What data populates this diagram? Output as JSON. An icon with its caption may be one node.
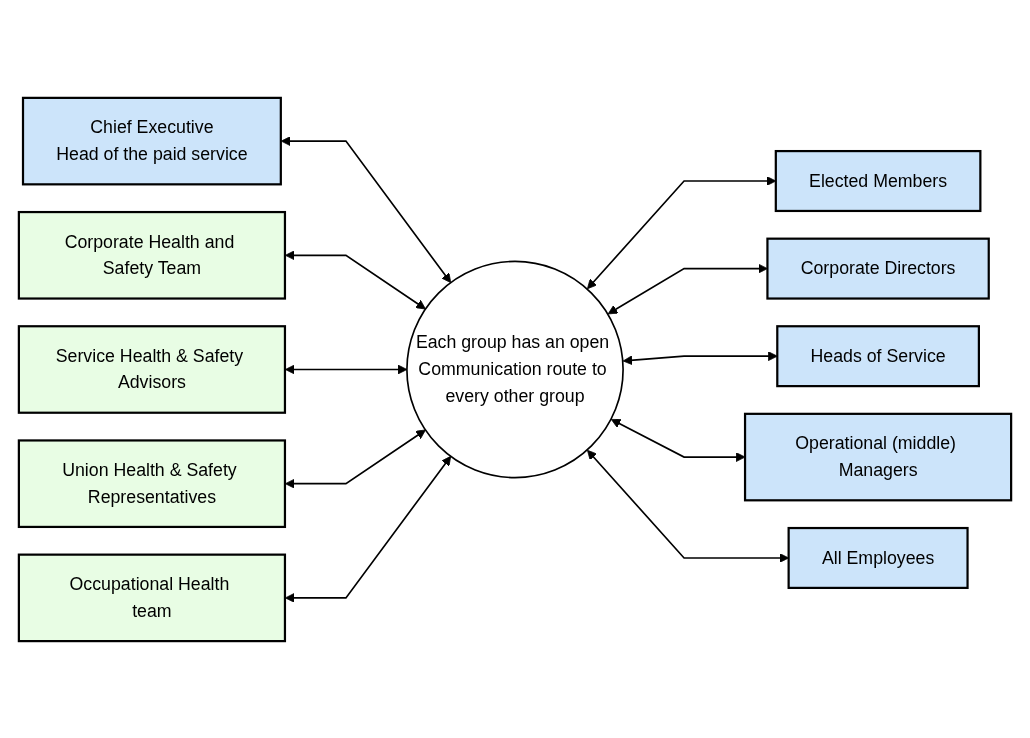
{
  "diagram": {
    "nodes": [
      {
        "text": [
          "Chief Executive",
          "Head of the paid service"
        ]
      },
      {
        "text": [
          "Elected Members"
        ]
      },
      {
        "text": [
          "Corporate Health and Safety Team"
        ]
      },
      {
        "text": [
          "Corporate Directors"
        ]
      },
      {
        "text": [
          "Each group has an open Communication route to every other group"
        ]
      },
      {
        "text": [
          "Service Health & Safety Advisors"
        ]
      },
      {
        "text": [
          "Heads of Service"
        ]
      },
      {
        "text": [
          "Union Health & Safety Representatives"
        ]
      },
      {
        "text": [
          "Operational (middle) Managers"
        ]
      },
      {
        "text": [
          "Occupational Health team"
        ]
      },
      {
        "text": [
          "All Employees"
        ]
      }
    ],
    "edges": [
      {
        "from": 0,
        "to": 4,
        "arrow": "both"
      },
      {
        "from": 4,
        "to": 1,
        "arrow": "both"
      },
      {
        "from": 2,
        "to": 4,
        "arrow": "both"
      },
      {
        "from": 4,
        "to": 3,
        "arrow": "both"
      },
      {
        "from": 5,
        "to": 4,
        "arrow": "both"
      },
      {
        "from": 4,
        "to": 6,
        "arrow": "both"
      },
      {
        "from": 7,
        "to": 4,
        "arrow": "both"
      },
      {
        "from": 4,
        "to": 8,
        "arrow": "both"
      },
      {
        "from": 9,
        "to": 4,
        "arrow": "both"
      },
      {
        "from": 4,
        "to": 10,
        "arrow": "both"
      }
    ]
  }
}
